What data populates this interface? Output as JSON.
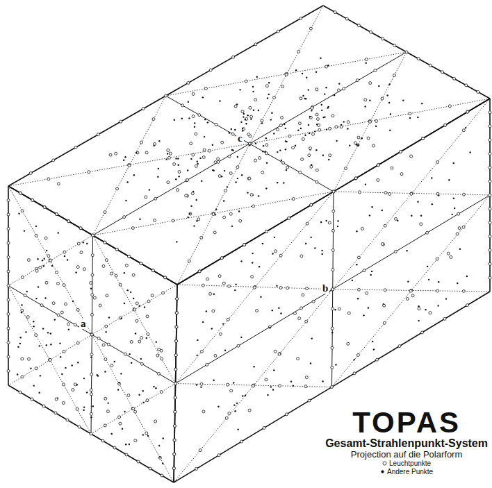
{
  "diagram": {
    "title": "TOPAS",
    "labels": [
      "c",
      "a",
      "b",
      "Gesamt-Strahlenpunkt-System",
      "Projection auf die Polarform"
    ],
    "legend": [
      {
        "text": "Leuchtpunkte"
      },
      {
        "text": "Andere Punkte"
      }
    ]
  }
}
